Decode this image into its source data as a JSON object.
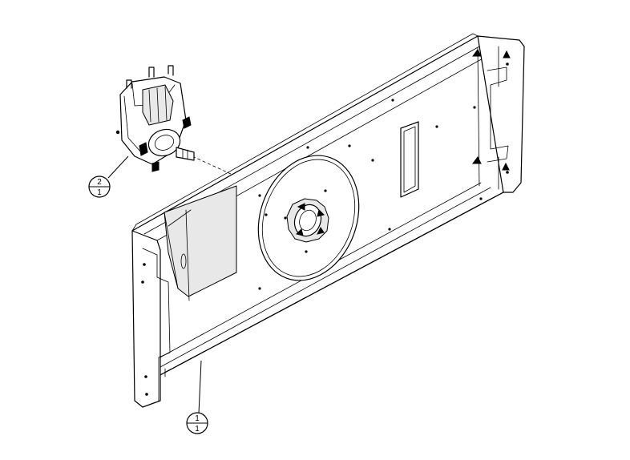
{
  "callouts": [
    {
      "id": "motor",
      "top": "2",
      "bottom": "1"
    },
    {
      "id": "panel",
      "top": "1",
      "bottom": "1"
    }
  ]
}
